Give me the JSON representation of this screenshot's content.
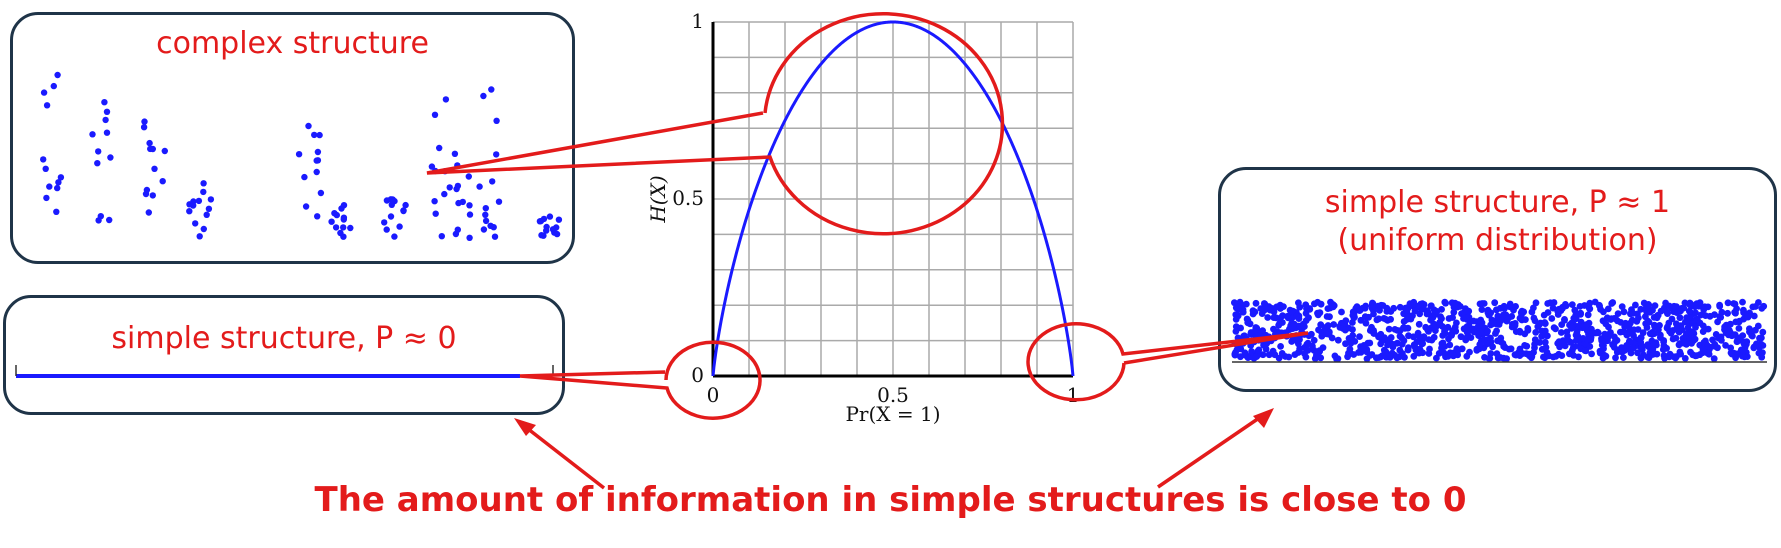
{
  "boxes": {
    "complex": {
      "title": "complex structure"
    },
    "simple_zero": {
      "title": "simple structure, P ≈ 0"
    },
    "simple_one": {
      "title_line1": "simple structure, P ≈ 1",
      "title_line2": "(uniform distribution)"
    }
  },
  "caption": "The amount of information in simple structures is close to 0",
  "colors": {
    "accent": "#e31b1b",
    "curve": "#1a1aff",
    "points": "#1a1aff",
    "box_border": "#1f3448",
    "grid": "#aaaaaa"
  },
  "chart_data": {
    "type": "line",
    "title": "",
    "xlabel": "Pr(X = 1)",
    "ylabel": "H(X)",
    "xlim": [
      0,
      1
    ],
    "ylim": [
      0,
      1
    ],
    "x_ticks": [
      "0",
      "0.5",
      "1"
    ],
    "y_ticks": [
      "0",
      "0.5",
      "1"
    ],
    "grid": true,
    "series": [
      {
        "function": "binary entropy H(p) = -p log2 p - (1-p) log2 (1-p)",
        "x": [
          0,
          0.05,
          0.1,
          0.2,
          0.3,
          0.4,
          0.5,
          0.6,
          0.7,
          0.8,
          0.9,
          0.95,
          1
        ],
        "y": [
          0,
          0.286,
          0.469,
          0.722,
          0.881,
          0.971,
          1,
          0.971,
          0.881,
          0.722,
          0.469,
          0.286,
          0
        ]
      }
    ]
  }
}
